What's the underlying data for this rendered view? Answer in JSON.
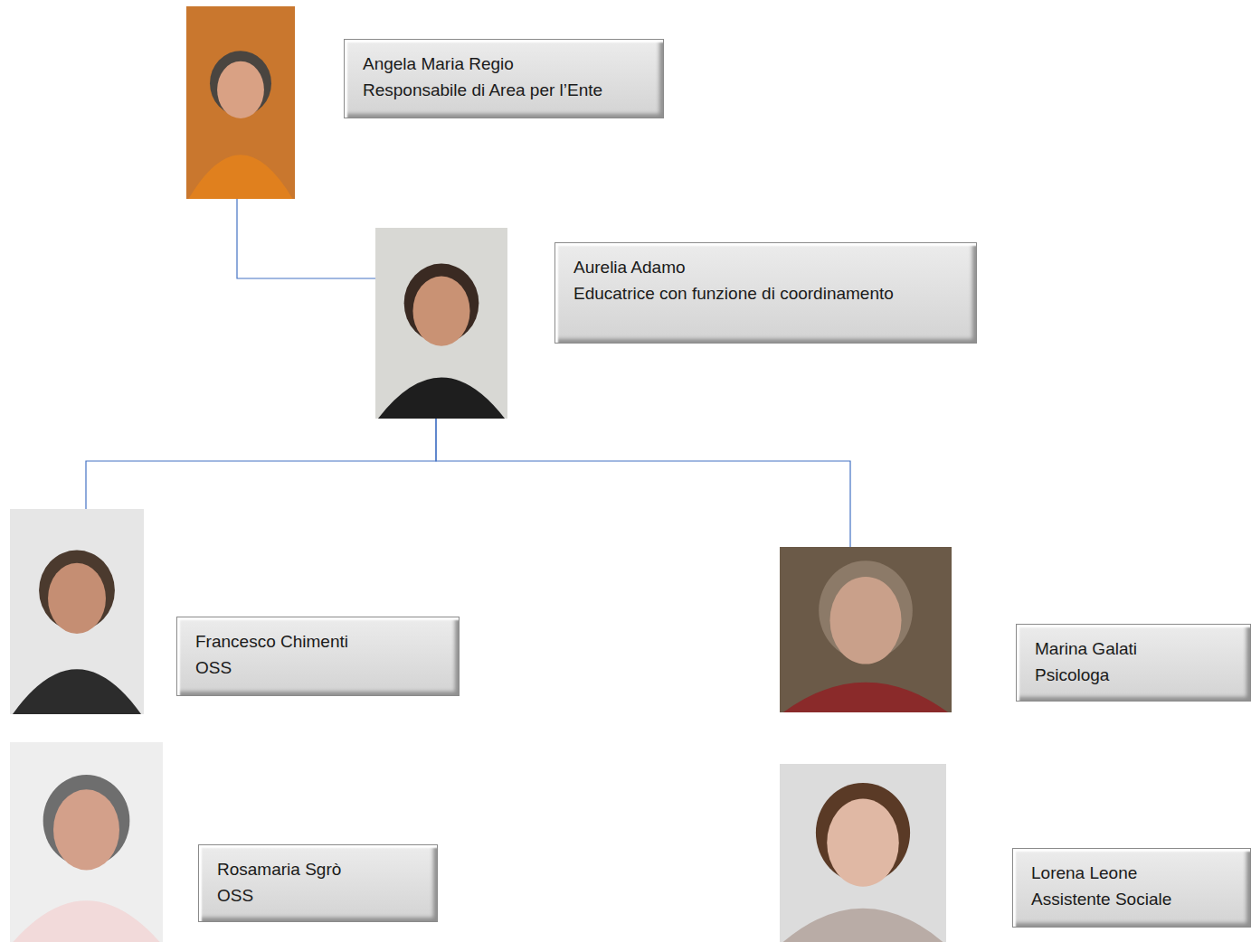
{
  "diagram": {
    "nodes": [
      {
        "text": [
          "Angela Maria Regio",
          "Responsabile di Area per l’Ente"
        ]
      },
      {
        "text": [
          "Aurelia Adamo",
          "Educatrice con funzione di coordinamento"
        ]
      },
      {
        "text": [
          "Francesco Chimenti",
          "OSS"
        ]
      },
      {
        "text": [
          "Marina Galati",
          "Psicologa"
        ]
      },
      {
        "text": [
          "Rosamaria Sgrò",
          "OSS"
        ]
      },
      {
        "text": [
          "Lorena Leone",
          "Assistente Sociale"
        ]
      }
    ],
    "edges": [
      {
        "from": 0,
        "to": 1,
        "arrow": "none"
      },
      {
        "from": 1,
        "to": 2,
        "arrow": "none"
      },
      {
        "from": 1,
        "to": 3,
        "arrow": "none"
      }
    ]
  }
}
